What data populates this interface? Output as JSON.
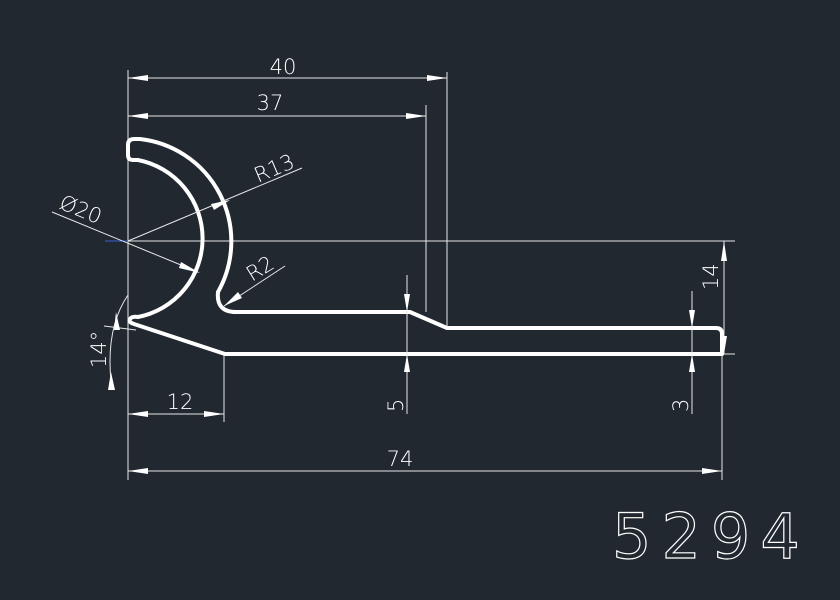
{
  "drawing": {
    "part_number": "5294",
    "background_color": "#212830",
    "line_color": "#ffffff",
    "center_mark_color": "#3a5fd0",
    "dimensions": {
      "overall_width": "74",
      "width_40": "40",
      "width_37": "37",
      "bottom_lip": "12",
      "height_14": "14",
      "thickness_5": "5",
      "thickness_3": "3",
      "diameter": "Ø20",
      "radius_outer": "R13",
      "radius_fillet": "R2",
      "angle": "14°"
    }
  }
}
